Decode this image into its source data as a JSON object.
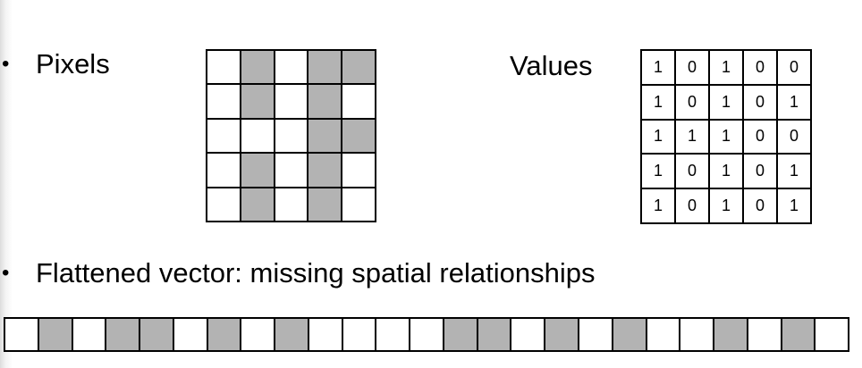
{
  "bullets": {
    "pixels_label": "Pixels",
    "values_label": "Values",
    "flattened_label": "Flattened vector: missing spatial relationships",
    "bullet_char": "•"
  },
  "colors": {
    "filled": "#b3b3b3",
    "empty": "#ffffff",
    "border": "#000000"
  },
  "pixel_grid": [
    [
      0,
      1,
      0,
      1,
      1
    ],
    [
      0,
      1,
      0,
      1,
      0
    ],
    [
      0,
      0,
      0,
      1,
      1
    ],
    [
      0,
      1,
      0,
      1,
      0
    ],
    [
      0,
      1,
      0,
      1,
      0
    ]
  ],
  "value_table": [
    [
      "1",
      "0",
      "1",
      "0",
      "0"
    ],
    [
      "1",
      "0",
      "1",
      "0",
      "1"
    ],
    [
      "1",
      "1",
      "1",
      "0",
      "0"
    ],
    [
      "1",
      "0",
      "1",
      "0",
      "1"
    ],
    [
      "1",
      "0",
      "1",
      "0",
      "1"
    ]
  ],
  "flattened_vector": [
    0,
    1,
    0,
    1,
    1,
    0,
    1,
    0,
    1,
    0,
    0,
    0,
    0,
    1,
    1,
    0,
    1,
    0,
    1,
    0,
    0,
    1,
    0,
    1,
    0
  ]
}
